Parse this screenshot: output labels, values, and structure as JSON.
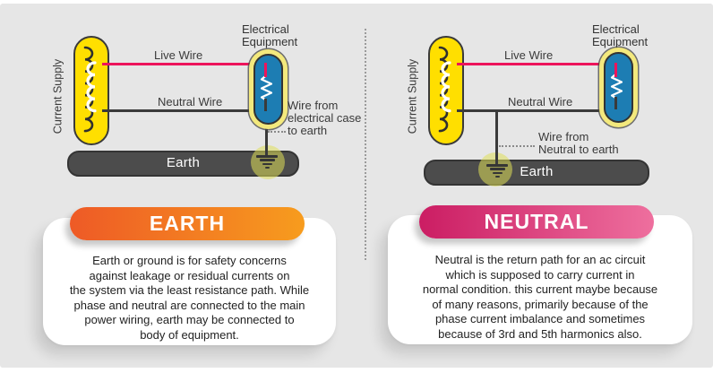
{
  "colors": {
    "background_panel": "#e6e6e6",
    "live_wire": "#ed145b",
    "neutral_wire": "#3a3a3a",
    "supply_yellow": "#ffdf00",
    "equipment_blue": "#1d7db3",
    "equipment_ring_yellow": "#f3e97d",
    "earth_platform_gray": "#4c4c4c",
    "ground_glow": "rgba(223,223,88,0.55)",
    "earth_pill_gradient": [
      "#ee5a26",
      "#f79c1e"
    ],
    "neutral_pill_gradient": [
      "#cb1d63",
      "#ee6f9e"
    ]
  },
  "diagram_left": {
    "supply_label": "Current Supply",
    "live_wire_label": "Live Wire",
    "neutral_wire_label": "Neutral Wire",
    "equipment_label_line1": "Electrical",
    "equipment_label_line2": "Equipment",
    "earth_label": "Earth",
    "annotation_lines": [
      "Wire from",
      "electrical case",
      "to earth"
    ]
  },
  "diagram_right": {
    "supply_label": "Current Supply",
    "live_wire_label": "Live Wire",
    "neutral_wire_label": "Neutral Wire",
    "equipment_label_line1": "Electrical",
    "equipment_label_line2": "Equipment",
    "earth_label": "Earth",
    "annotation_lines": [
      "Wire from",
      "Neutral to earth"
    ]
  },
  "cards": {
    "earth": {
      "title": "EARTH",
      "body": "Earth or ground is for safety concerns\nagainst leakage or residual currents on\nthe system via the least resistance path. While\nphase and neutral are connected to the main\npower wiring, earth may be connected to\nbody of equipment."
    },
    "neutral": {
      "title": "NEUTRAL",
      "body": "Neutral is the return path for an ac circuit\nwhich is supposed to carry current in\nnormal condition. this current maybe because\nof many reasons, primarily because of the\nphase current imbalance and sometimes\nbecause of 3rd and 5th harmonics also."
    }
  }
}
